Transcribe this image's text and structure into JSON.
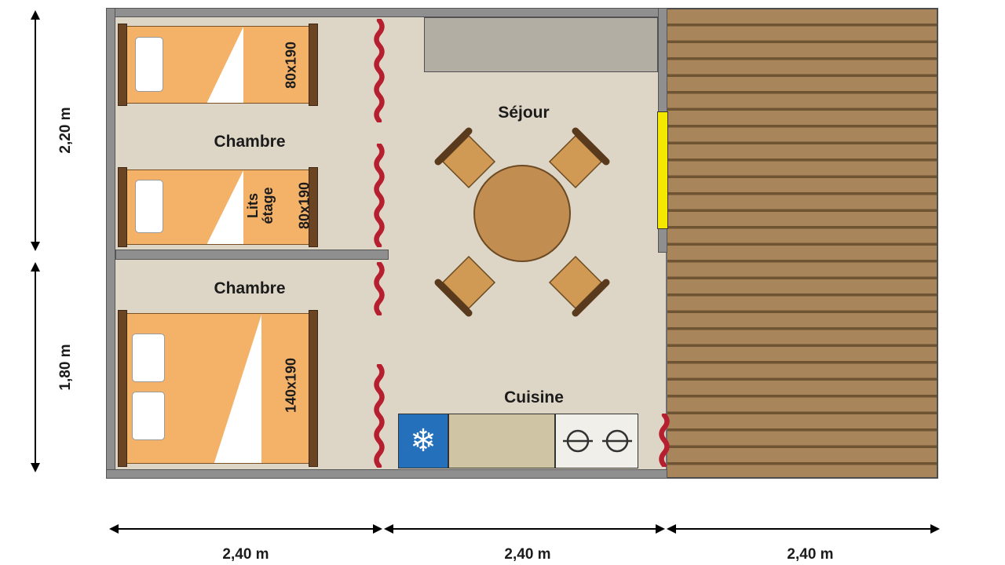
{
  "rooms": {
    "bedroom1": "Chambre",
    "bedroom2": "Chambre",
    "living": "Séjour",
    "kitchen": "Cuisine"
  },
  "beds": {
    "single_top_size": "80x190",
    "bunk_line1": "Lits",
    "bunk_line2": "étage",
    "bunk_size": "80x190",
    "double_size": "140x190"
  },
  "dims": {
    "left_top": "2,20 m",
    "left_bottom": "1,80 m",
    "bottom_left": "2,40 m",
    "bottom_center": "2,40 m",
    "bottom_right": "2,40 m"
  },
  "icons": {
    "snowflake": "❄"
  },
  "colors": {
    "wall": "#8f8f8f",
    "floor": "#ddd5c5",
    "deck_plank": "#a8855b",
    "deck_gap": "#6f5433",
    "mattress": "#f4b269",
    "bed_frame": "#6b4423",
    "zipper_red": "#b61f2f",
    "door_yellow": "#f5e800",
    "fridge_blue": "#2470bb",
    "table_wood": "#c28d50",
    "chair_wood": "#d09a55",
    "bench_gray": "#b3aea4"
  }
}
